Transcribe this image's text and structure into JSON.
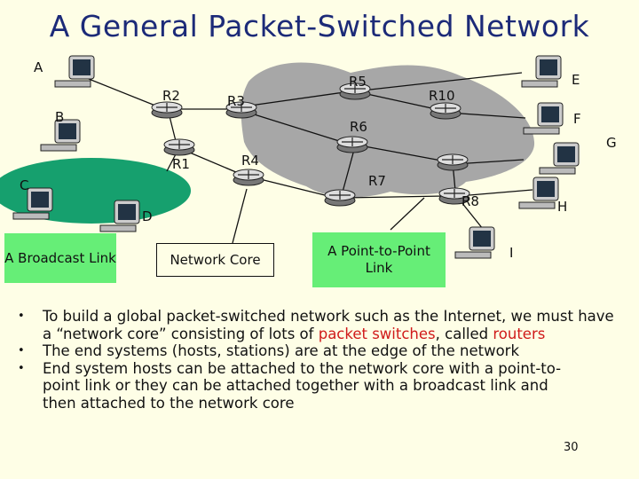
{
  "title": "A General Packet-Switched Network",
  "nodes": {
    "routers": [
      "R2",
      "R3",
      "R5",
      "R10",
      "R6",
      "R1",
      "R4",
      "R7",
      "R8"
    ],
    "hosts": [
      "A",
      "B",
      "C",
      "D",
      "E",
      "F",
      "G",
      "H",
      "I"
    ]
  },
  "callouts": {
    "broadcast": "A Broadcast Link",
    "core": "Network Core",
    "p2p": "A Point-to-Point Link"
  },
  "bullets": [
    {
      "pre": "To build a global packet-switched network such as the Internet, we must have a “network core” consisting of lots of ",
      "em1": "packet switches",
      "mid": ", called ",
      "em2": "routers"
    },
    {
      "text": "The end systems (hosts, stations) are at the edge of the network"
    },
    {
      "text": "End system hosts can be attached to the network core with a point-to-point link or they can be attached together with a broadcast link and then attached to the network core"
    }
  ],
  "page_number": "30",
  "colors": {
    "core_fill": "#a7a7a7",
    "lan_fill": "#16a06e",
    "callout_fill": "#66ee77",
    "title": "#1c2a78",
    "highlight": "#d01a1a"
  }
}
